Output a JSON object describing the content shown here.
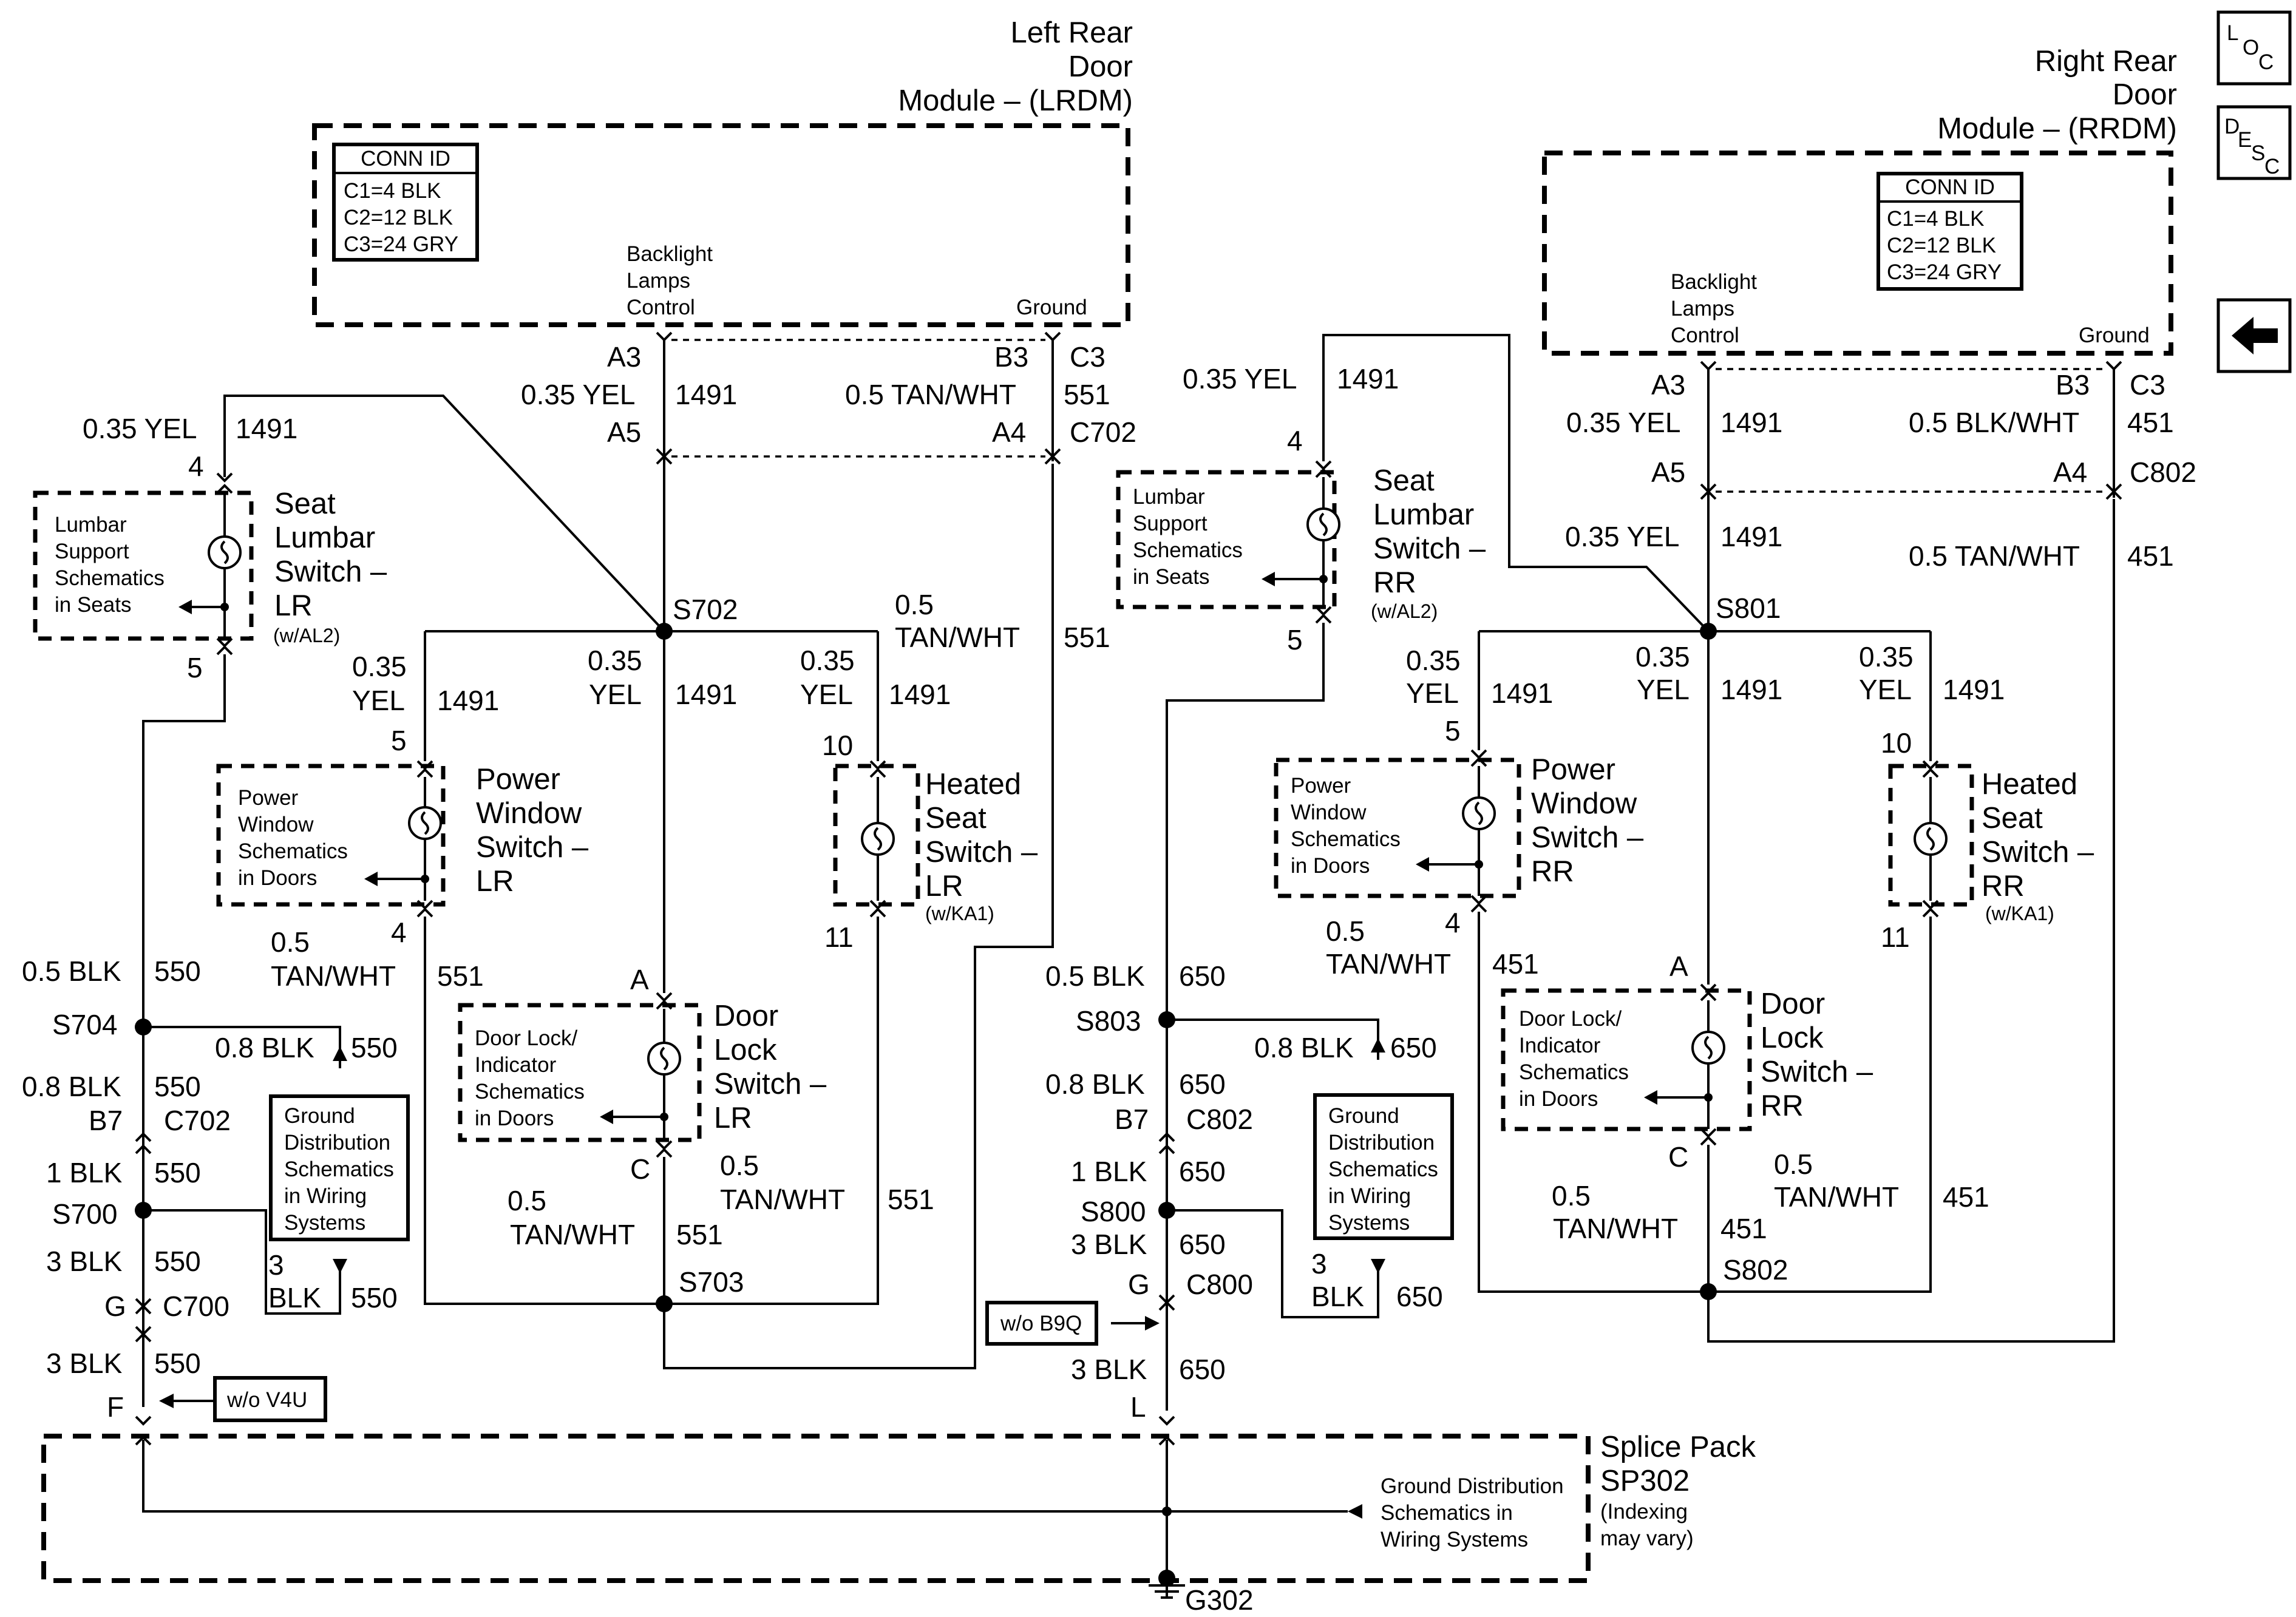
{
  "modules": {
    "lrdm": {
      "title_lines": [
        "Left Rear",
        "Door",
        "Module – (LRDM)"
      ],
      "backlight_lines": [
        "Backlight",
        "Lamps",
        "Control"
      ],
      "ground": "Ground"
    },
    "rrdm": {
      "title_lines": [
        "Right Rear",
        "Door",
        "Module – (RRDM)"
      ],
      "backlight_lines": [
        "Backlight",
        "Lamps",
        "Control"
      ],
      "ground": "Ground"
    }
  },
  "conn_id": {
    "header": "CONN ID",
    "lines": [
      "C1=4 BLK",
      "C2=12 BLK",
      "C3=24 GRY"
    ]
  },
  "nav": {
    "loc_lines": [
      "L",
      "O",
      "C"
    ],
    "desc_lines": [
      "D",
      "E",
      "S",
      "C"
    ],
    "back": "back"
  },
  "left": {
    "a3": "A3",
    "b3": "B3",
    "c3": "C3",
    "a5": "A5",
    "a4": "A4",
    "c702": "C702",
    "w1491_size": "0.35 YEL",
    "w1491_num": "1491",
    "w551_size": "0.5 TAN/WHT",
    "w551_num": "551",
    "lumbar": {
      "pin_top": "4",
      "pin_bot": "5",
      "wire_size": "0.35 YEL",
      "wire_num": "1491",
      "title_lines": [
        "Seat",
        "Lumbar",
        "Switch –",
        "LR"
      ],
      "option": "(w/AL2)",
      "ref_lines": [
        "Lumbar",
        "Support",
        "Schematics",
        "in Seats"
      ]
    },
    "s702": "S702",
    "s702_wire_size": [
      "0.5",
      "TAN/WHT"
    ],
    "s702_wire_num": "551",
    "pw": {
      "pin_top": "5",
      "pin_bot": "4",
      "wire_size": [
        "0.35",
        "YEL"
      ],
      "wire_num": "1491",
      "title_lines": [
        "Power",
        "Window",
        "Switch –",
        "LR"
      ],
      "ref_lines": [
        "Power",
        "Window",
        "Schematics",
        "in Doors"
      ],
      "out_size": [
        "0.5",
        "TAN/WHT"
      ],
      "out_num": "551"
    },
    "center": {
      "wire_size": [
        "0.35",
        "YEL"
      ],
      "wire_num": "1491"
    },
    "hs": {
      "pin_top": "10",
      "pin_bot": "11",
      "wire_size": [
        "0.35",
        "YEL"
      ],
      "wire_num": "1491",
      "title_lines": [
        "Heated",
        "Seat",
        "Switch –",
        "LR"
      ],
      "option": "(w/KA1)"
    },
    "dl": {
      "pin_top": "A",
      "pin_bot": "C",
      "title_lines": [
        "Door",
        "Lock",
        "Switch –",
        "LR"
      ],
      "ref_lines": [
        "Door Lock/",
        "Indicator",
        "Schematics",
        "in Doors"
      ],
      "out_size": [
        "0.5",
        "TAN/WHT"
      ],
      "out_num": "551",
      "right_size": [
        "0.5",
        "TAN/WHT"
      ],
      "right_num": "551"
    },
    "s703": "S703",
    "ground": {
      "w1": "0.5 BLK",
      "n1": "550",
      "s704": "S704",
      "w2": "0.8 BLK",
      "n2": "550",
      "w3": "0.8 BLK",
      "n3": "550",
      "b7": "B7",
      "c702": "C702",
      "w4": "1 BLK",
      "n4": "550",
      "s700": "S700",
      "w5": "3 BLK",
      "n5": "550",
      "g": "G",
      "c700": "C700",
      "w6": "3 BLK",
      "n6": "550",
      "f": "F",
      "opt": "w/o V4U",
      "w7": [
        "3",
        "BLK"
      ],
      "n7": "550",
      "ref_lines": [
        "Ground",
        "Distribution",
        "Schematics",
        "in Wiring",
        "Systems"
      ]
    }
  },
  "right": {
    "a3": "A3",
    "b3": "B3",
    "c3": "C3",
    "a5": "A5",
    "a4": "A4",
    "c802": "C802",
    "w1491_size": "0.35 YEL",
    "w1491_num": "1491",
    "w451_size": "0.5 BLK/WHT",
    "w451_num": "451",
    "w451b_size": "0.5 TAN/WHT",
    "w451b_num": "451",
    "lumbar": {
      "pin_top": "4",
      "pin_bot": "5",
      "wire_size": "0.35 YEL",
      "wire_num": "1491",
      "title_lines": [
        "Seat",
        "Lumbar",
        "Switch –",
        "RR"
      ],
      "option": "(w/AL2)",
      "ref_lines": [
        "Lumbar",
        "Support",
        "Schematics",
        "in Seats"
      ]
    },
    "w1491b_size": "0.35 YEL",
    "w1491b_num": "1491",
    "s801": "S801",
    "pw": {
      "pin_top": "5",
      "pin_bot": "4",
      "wire_size": [
        "0.35",
        "YEL"
      ],
      "wire_num": "1491",
      "title_lines": [
        "Power",
        "Window",
        "Switch –",
        "RR"
      ],
      "ref_lines": [
        "Power",
        "Window",
        "Schematics",
        "in Doors"
      ],
      "out_size": [
        "0.5",
        "TAN/WHT"
      ],
      "out_num": "451"
    },
    "center": {
      "wire_size": [
        "0.35",
        "YEL"
      ],
      "wire_num": "1491"
    },
    "hs": {
      "pin_top": "10",
      "pin_bot": "11",
      "wire_size": [
        "0.35",
        "YEL"
      ],
      "wire_num": "1491",
      "title_lines": [
        "Heated",
        "Seat",
        "Switch –",
        "RR"
      ],
      "option": "(w/KA1)"
    },
    "dl": {
      "pin_top": "A",
      "pin_bot": "C",
      "title_lines": [
        "Door",
        "Lock",
        "Switch –",
        "RR"
      ],
      "ref_lines": [
        "Door Lock/",
        "Indicator",
        "Schematics",
        "in Doors"
      ],
      "out_size": [
        "0.5",
        "TAN/WHT"
      ],
      "out_num": "451",
      "right_size": [
        "0.5",
        "TAN/WHT"
      ],
      "right_num": "451"
    },
    "s802": "S802",
    "ground": {
      "w1": "0.5 BLK",
      "n1": "650",
      "s803": "S803",
      "w2": "0.8 BLK",
      "n2": "650",
      "w3": "0.8 BLK",
      "n3": "650",
      "b7": "B7",
      "c802": "C802",
      "w4": "1 BLK",
      "n4": "650",
      "s800": "S800",
      "w5": "3 BLK",
      "n5": "650",
      "g": "G",
      "c800": "C800",
      "opt": "w/o B9Q",
      "w6": "3 BLK",
      "n6": "650",
      "l": "L",
      "w7": [
        "3",
        "BLK"
      ],
      "n7": "650",
      "ref_lines": [
        "Ground",
        "Distribution",
        "Schematics",
        "in Wiring",
        "Systems"
      ]
    }
  },
  "splice": {
    "title_lines": [
      "Splice Pack",
      "SP302"
    ],
    "note_lines": [
      "(Indexing",
      "may vary)"
    ],
    "ref_lines": [
      "Ground Distribution",
      "Schematics in",
      "Wiring Systems"
    ],
    "ground": "G302"
  }
}
